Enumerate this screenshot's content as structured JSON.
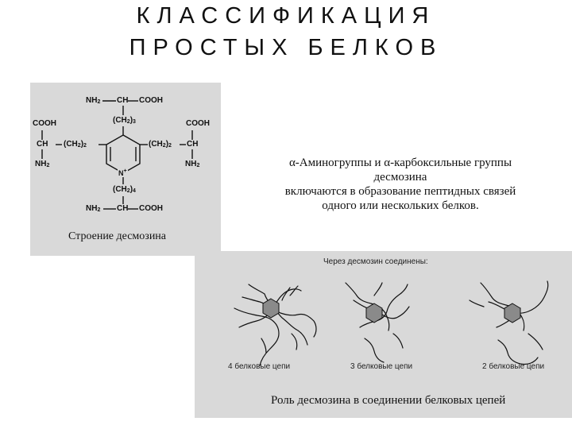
{
  "title": {
    "line1": "КЛАССИФИКАЦИЯ",
    "line2": "ПРОСТЫХ БЕЛКОВ"
  },
  "structure": {
    "formula": {
      "top_nh2": "NH2",
      "top_ch": "CH",
      "top_cooh": "COOH",
      "top_ch2_3": "(CH2)3",
      "left_cooh": "COOH",
      "left_ch": "CH",
      "left_ch2_2": "(CH2)2",
      "left_nh2": "NH2",
      "right_cooh": "COOH",
      "right_ch": "CH",
      "right_ch2_2": "(CH2)2",
      "right_nh2": "NH2",
      "ring_n": "N+",
      "bottom_ch2_4": "(CH2)4",
      "bottom_nh2": "NH2",
      "bottom_ch": "CH",
      "bottom_cooh": "COOH"
    },
    "caption": "Строение десмозина"
  },
  "description": {
    "line1": "α-Аминогруппы и α-карбоксильные группы",
    "line2": "десмозина",
    "line3": "включаются в образование пептидных связей",
    "line4": "одного или нескольких белков."
  },
  "role": {
    "heading": "Через десмозин соединены:",
    "label1": "4 белковые цепи",
    "label2": "3 белковые цепи",
    "label3": "2 белковые цепи",
    "caption": "Роль десмозина в соединении белковых цепей"
  },
  "colors": {
    "panel_background": "#d9d9d9",
    "hexagon_fill": "#8a8a8a"
  }
}
